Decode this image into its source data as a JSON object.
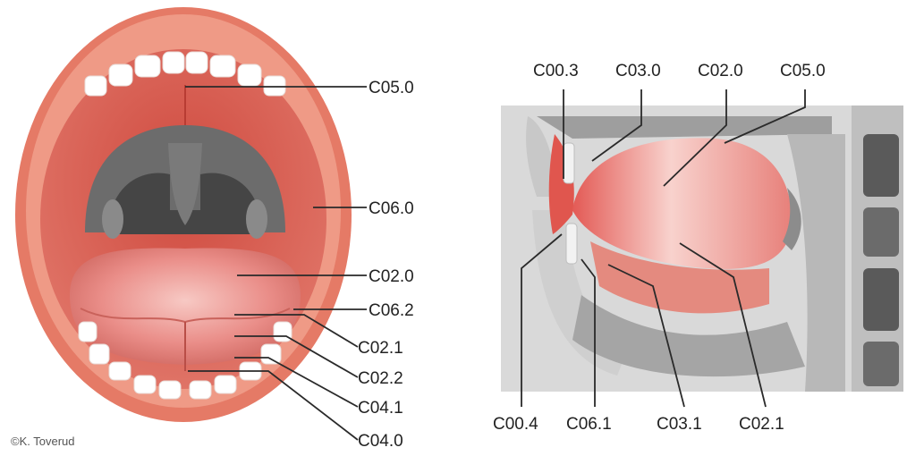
{
  "figure": {
    "left_view": {
      "labels": [
        "C05.0",
        "C06.0",
        "C02.0",
        "C06.2",
        "C02.1",
        "C02.2",
        "C04.1",
        "C04.0"
      ],
      "credit": "©K. Toverud"
    },
    "right_view": {
      "top_labels": [
        "C00.3",
        "C03.0",
        "C02.0",
        "C05.0"
      ],
      "bottom_labels": [
        "C00.4",
        "C06.1",
        "C03.1",
        "C02.1"
      ]
    }
  },
  "colors": {
    "lip": "#e0735f",
    "mucosa": "#d4574a",
    "tongue": "#e98a86",
    "throat": "#6e6e6e",
    "teeth": "#ffffff",
    "bone": "#bdbdbd",
    "leader": "#2a2a2a"
  }
}
